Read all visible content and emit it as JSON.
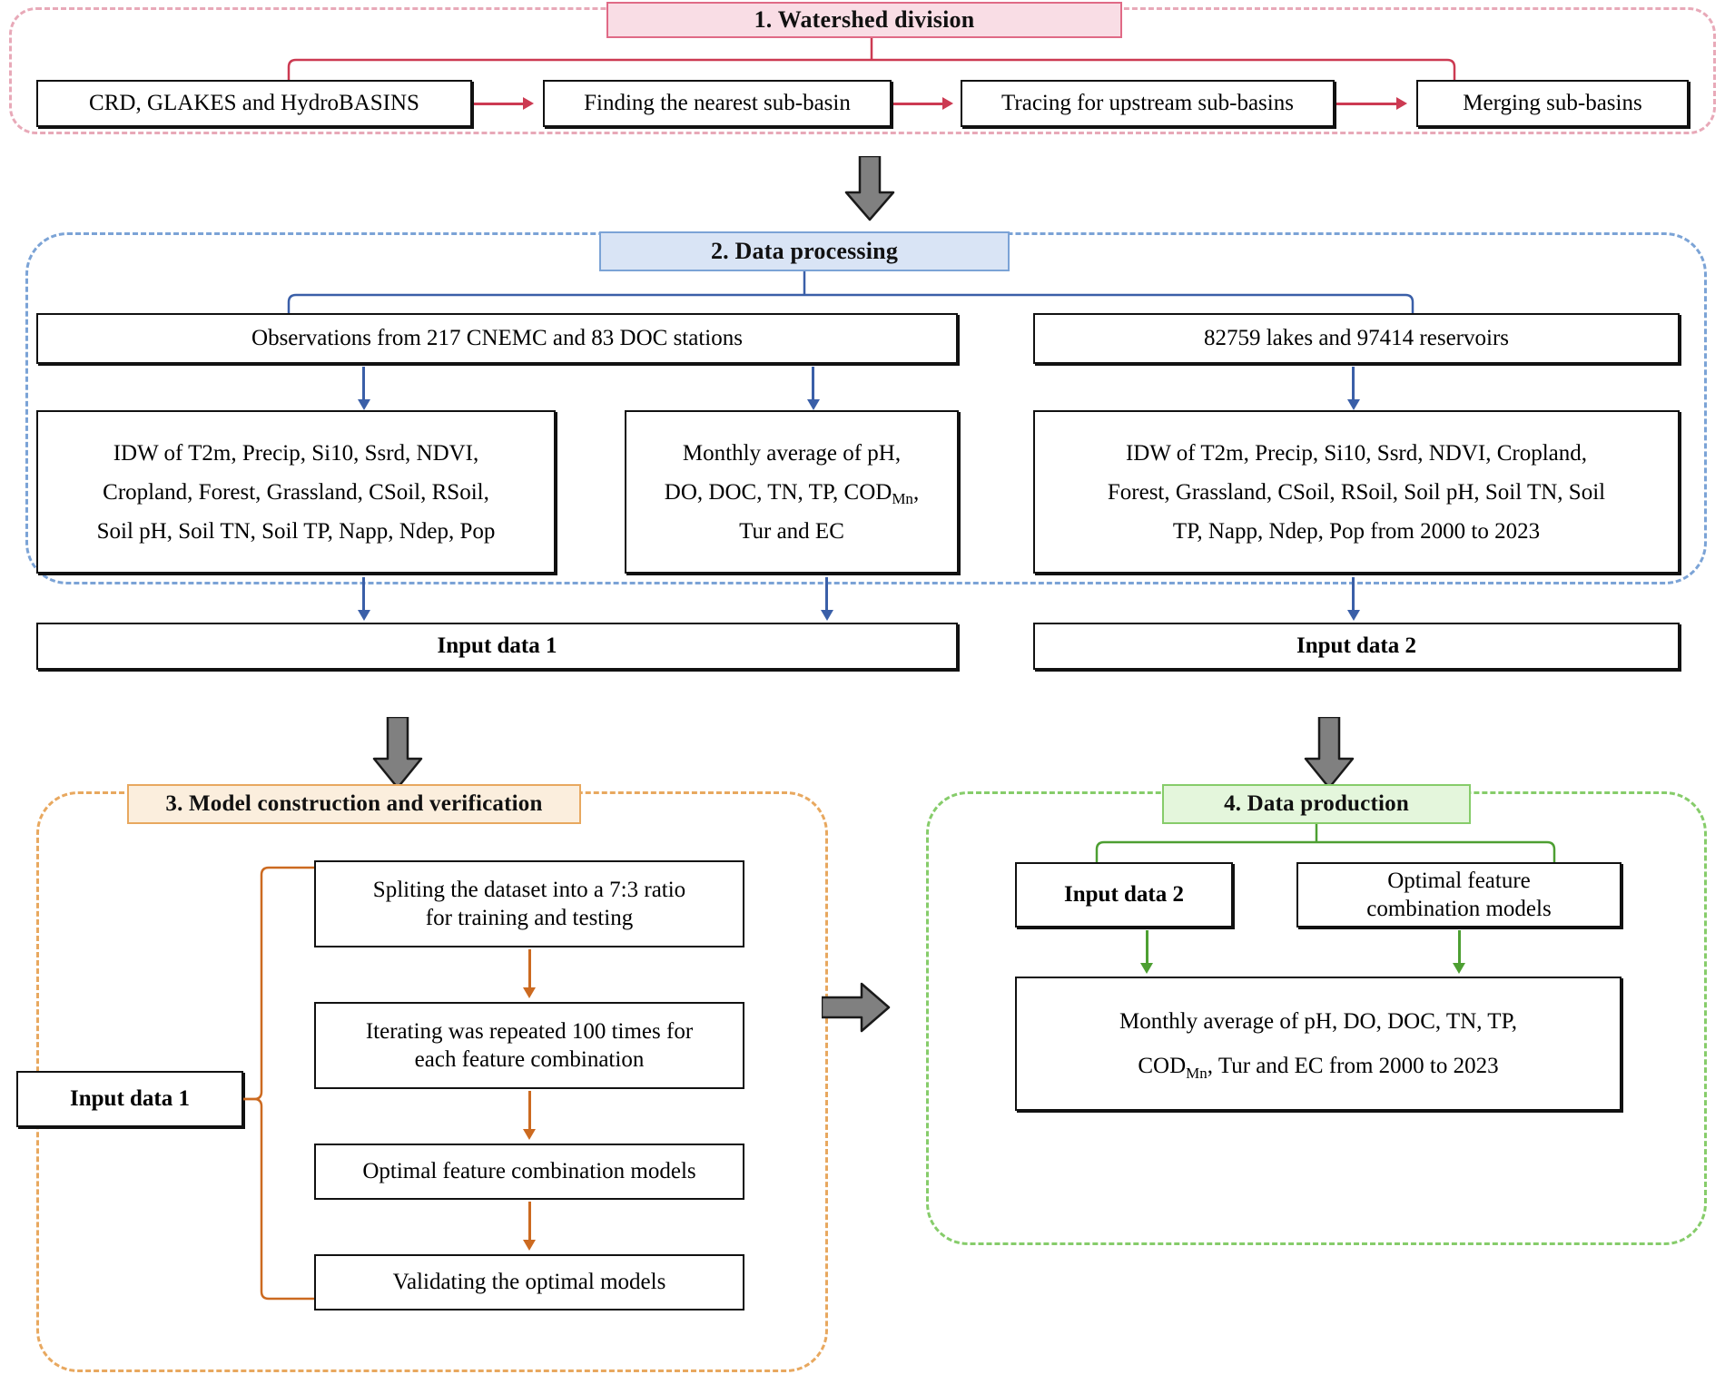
{
  "sections": [
    {
      "id": "watershed-division",
      "title": "1. Watershed division"
    },
    {
      "id": "data-processing",
      "title": "2. Data processing"
    },
    {
      "id": "model-construction",
      "title": "3. Model construction and verification"
    },
    {
      "id": "data-production",
      "title": "4. Data production"
    }
  ],
  "section1": {
    "boxes": [
      {
        "label": "CRD, GLAKES and HydroBASINS"
      },
      {
        "label": "Finding the nearest sub-basin"
      },
      {
        "label": "Tracing for upstream sub-basins"
      },
      {
        "label": "Merging sub-basins"
      }
    ]
  },
  "section2": {
    "source_left": "Observations from 217 CNEMC and 83 DOC  stations",
    "source_right": "82759 lakes and 97414 reservoirs",
    "proc_left": {
      "line1": "IDW of T2m, Precip, Si10, Ssrd, NDVI,",
      "line2": "Cropland, Forest, Grassland, CSoil, RSoil,",
      "line3": "Soil pH, Soil TN, Soil TP, Napp, Ndep, Pop"
    },
    "proc_mid": {
      "line1": "Monthly average of pH,",
      "line2_pre": "DO, DOC, TN, TP, COD",
      "line2_sub": "Mn",
      "line2_post": ",",
      "line3": "Tur and EC"
    },
    "proc_right": {
      "line1": "IDW of T2m, Precip, Si10, Ssrd, NDVI,  Cropland,",
      "line2": "Forest, Grassland, CSoil, RSoil, Soil pH, Soil TN, Soil",
      "line3": "TP, Napp, Ndep, Pop from 2000 to 2023"
    },
    "output_left": "Input data 1",
    "output_right": "Input data 2"
  },
  "section3": {
    "input_label": "Input data 1",
    "steps": [
      {
        "line1": "Spliting the dataset into a 7:3 ratio",
        "line2": "for training and testing"
      },
      {
        "line1": "Iterating was repeated 100 times for",
        "line2": "each feature combination"
      },
      {
        "line1": "Optimal feature combination models",
        "line2": ""
      },
      {
        "line1": "Validating the optimal models",
        "line2": ""
      }
    ]
  },
  "section4": {
    "input_label": "Input data 2",
    "models_line1": "Optimal feature",
    "models_line2": "combination models",
    "output": {
      "line1": "Monthly average of pH, DO, DOC, TN, TP,",
      "line2_pre": "COD",
      "line2_sub": "Mn",
      "line2_post": ", Tur and EC  from 2000 to 2023"
    }
  },
  "colors": {
    "section1_accent": "#e06a86",
    "section2_accent": "#7ba3d6",
    "section3_accent": "#e8a85f",
    "section4_accent": "#86cc6a",
    "arrow_gray": "#808080",
    "box_border": "#111111"
  },
  "icons": {
    "stage_transition": "gray-block-arrow-down",
    "stage_transition_right": "gray-block-arrow-right"
  }
}
